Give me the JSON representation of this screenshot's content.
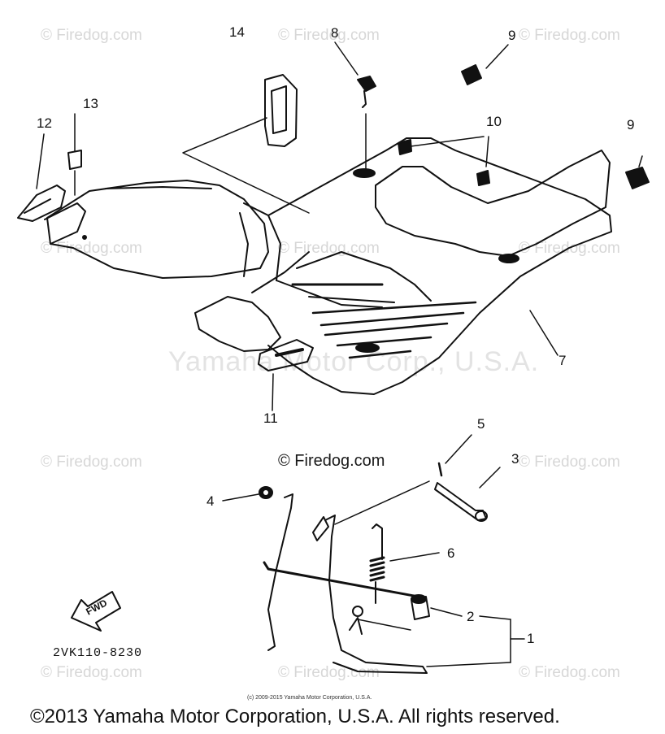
{
  "watermarks": [
    "© Firedog.com",
    "© Firedog.com",
    "© Firedog.com",
    "© Firedog.com",
    "© Firedog.com",
    "© Firedog.com",
    "© Firedog.com",
    "© Firedog.com",
    "© Firedog.com",
    "© Firedog.com",
    "© Firedog.com"
  ],
  "faded_caption": "Yamaha Motor Corp., U.S.A.",
  "center_credit": "© Firedog.com",
  "callouts": {
    "c1": "1",
    "c2": "2",
    "c3": "3",
    "c4": "4",
    "c5": "5",
    "c6": "6",
    "c7": "7",
    "c8": "8",
    "c9a": "9",
    "c9b": "9",
    "c10": "10",
    "c11": "11",
    "c12": "12",
    "c13": "13",
    "c14": "14"
  },
  "fwd_label": "FWD",
  "diagram_code": "2VK110-8230",
  "small_copyright": "(c) 2009-2015 Yamaha Motor Corporation, U.S.A.",
  "footer": "©2013 Yamaha Motor Corporation, U.S.A. All rights reserved."
}
